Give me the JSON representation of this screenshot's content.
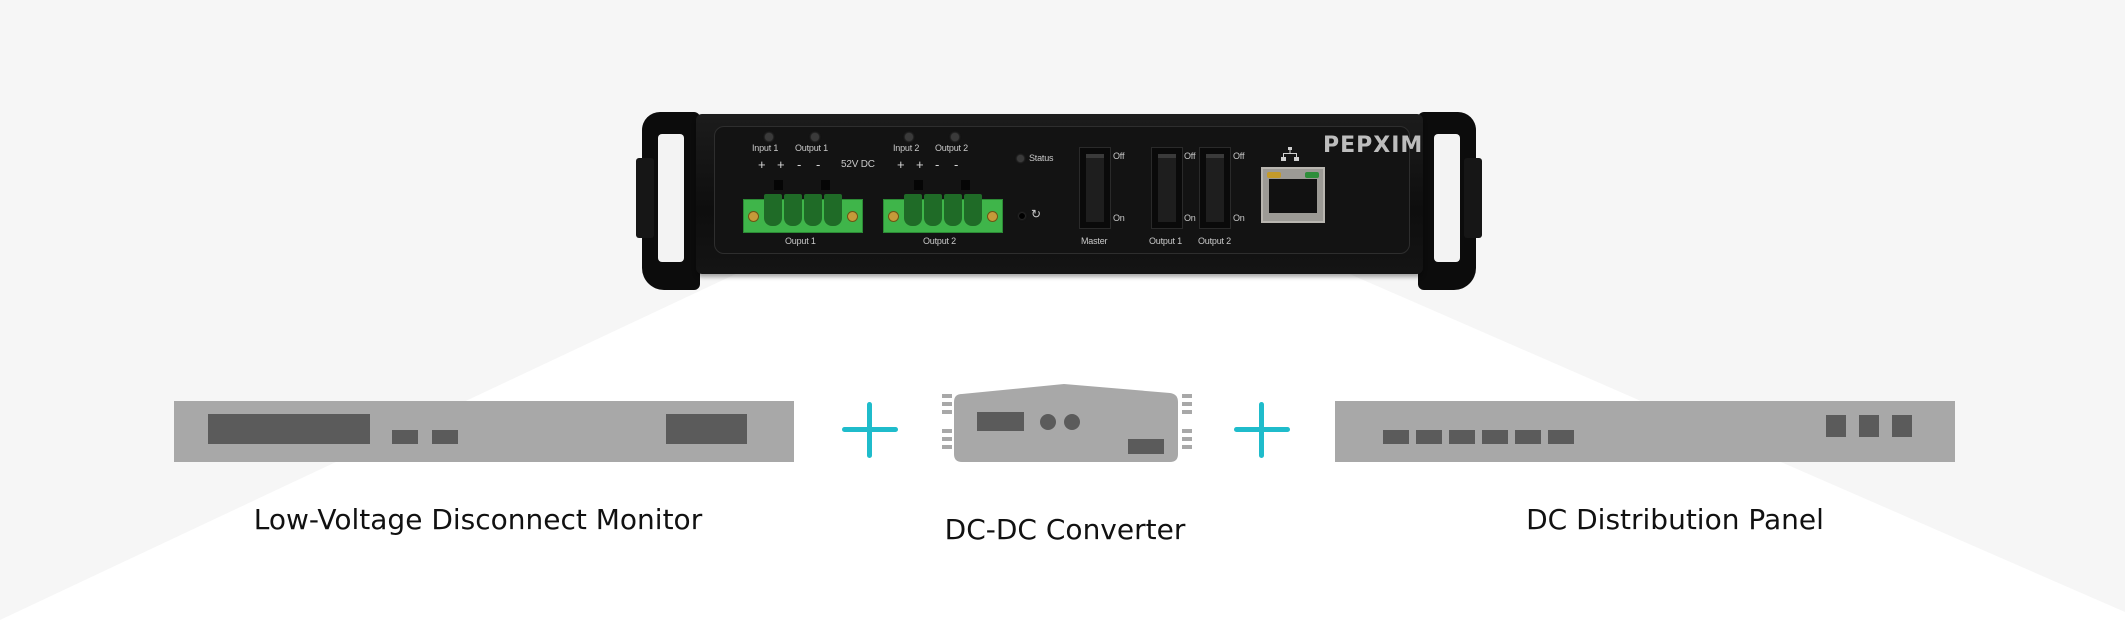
{
  "colors": {
    "background": "#f6f6f6",
    "wedge": "#ffffff",
    "accent_plus": "#1fbccb",
    "schematic_body": "#a8a8a8",
    "schematic_port": "#5b5b5b",
    "terminal_green": "#3fb54a"
  },
  "device": {
    "brand": "PEPXIM",
    "voltage_label": "52V DC",
    "led_labels": [
      "Input 1",
      "Output 1",
      "Input 2",
      "Output 2"
    ],
    "polarity_group_1": [
      "+",
      "+",
      "-",
      "-"
    ],
    "polarity_group_2": [
      "+",
      "+",
      "-",
      "-"
    ],
    "terminal_labels": [
      "Ouput 1",
      "Output 2"
    ],
    "status_label": "Status",
    "reset_icon": "reset-icon",
    "switches": [
      {
        "label": "Master",
        "off": "Off",
        "on": "On"
      },
      {
        "label": "Output 1",
        "off": "Off",
        "on": "On"
      },
      {
        "label": "Output 2",
        "off": "Off",
        "on": "On"
      }
    ],
    "network_icon": "network-icon"
  },
  "components": [
    {
      "caption": "Low-Voltage Disconnect Monitor"
    },
    {
      "caption": "DC-DC Converter"
    },
    {
      "caption": "DC Distribution Panel"
    }
  ],
  "joiner_icon": "plus-icon"
}
